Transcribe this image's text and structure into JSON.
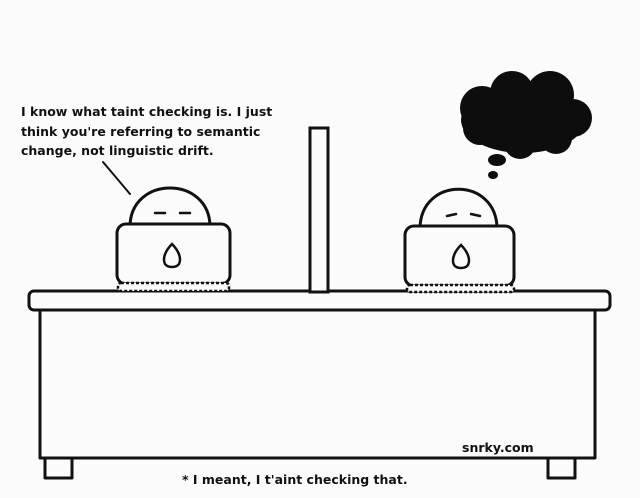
{
  "speech_bubble": {
    "lines": [
      "I know what taint checking is. I just",
      "think you're referring to semantic",
      "change, not linguistic drift."
    ]
  },
  "signature": "snrky.com",
  "footnote": "* I meant, I t'aint checking that.",
  "colors": {
    "ink": "#111111",
    "paper": "#fbfbfb"
  }
}
